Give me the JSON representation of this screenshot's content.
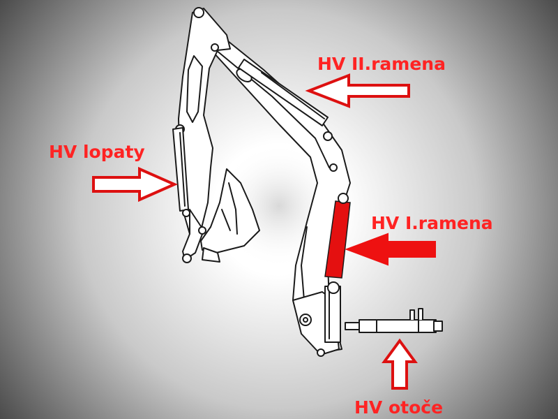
{
  "labels": {
    "boom2": "HV II.ramena",
    "bucket": "HV lopaty",
    "boom1": "HV I.ramena",
    "swing": "HV otoče"
  },
  "colors": {
    "label": "#ff2323",
    "arrow_outline": "#dd1010",
    "arrow_fill": "#ffffff",
    "arrow_solid": "#ee1111",
    "highlight_cylinder": "#e41010",
    "line_art": "#1a1a1a",
    "background_edge": "#3f3f3f",
    "background_center": "#ffffff"
  },
  "highlighted_part": "HV I.ramena"
}
